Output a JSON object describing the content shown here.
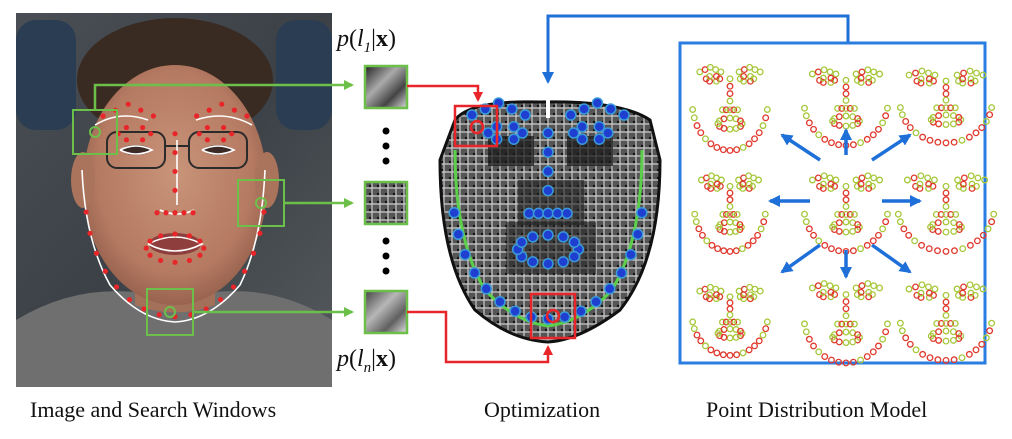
{
  "captions": {
    "left": "Image and Search Windows",
    "middle": "Optimization",
    "right": "Point Distribution Model"
  },
  "probabilities": {
    "top": {
      "fn": "p",
      "var": "l",
      "sub": "1",
      "given": "x"
    },
    "bottom": {
      "fn": "p",
      "var": "l",
      "sub": "n",
      "given": "x"
    }
  },
  "colors": {
    "green": "#6cc04a",
    "red": "#e8262a",
    "blue": "#1f6fd9",
    "pdm_blue": "#2a7de1",
    "landmark_blue": "#1f3fd0",
    "landmark_ring": "#3a9bd9",
    "pdm_point_red": "#e0392e",
    "pdm_point_green": "#a6c83a"
  },
  "icons": [
    "photo-of-face",
    "response-map-face",
    "face-shape-template"
  ]
}
